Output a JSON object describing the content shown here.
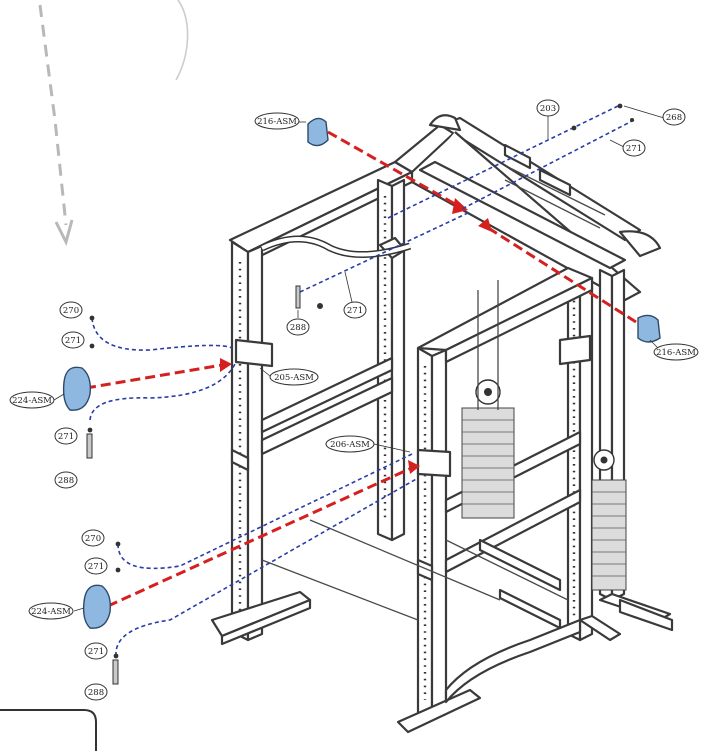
{
  "labels": {
    "pad_top_left": "216-ASM",
    "pad_right": "216-ASM",
    "pad_left_upper": "224-ASM",
    "pad_left_lower": "224-ASM",
    "hook_upper": "205-ASM",
    "hook_lower": "206-ASM",
    "part_203": "203",
    "part_268_top": "268",
    "part_271_top": "271",
    "part_288_mid": "288",
    "part_271_mid": "271",
    "part_270_a": "270",
    "part_271_a": "271",
    "part_271_b": "271",
    "part_288_a": "288",
    "part_270_b": "270",
    "part_271_c": "271",
    "part_271_d": "271",
    "part_288_b": "288"
  },
  "colors": {
    "pad_fill": "#8fb8e0",
    "red_guide": "#d62020",
    "blue_guide": "#2a3da8"
  }
}
